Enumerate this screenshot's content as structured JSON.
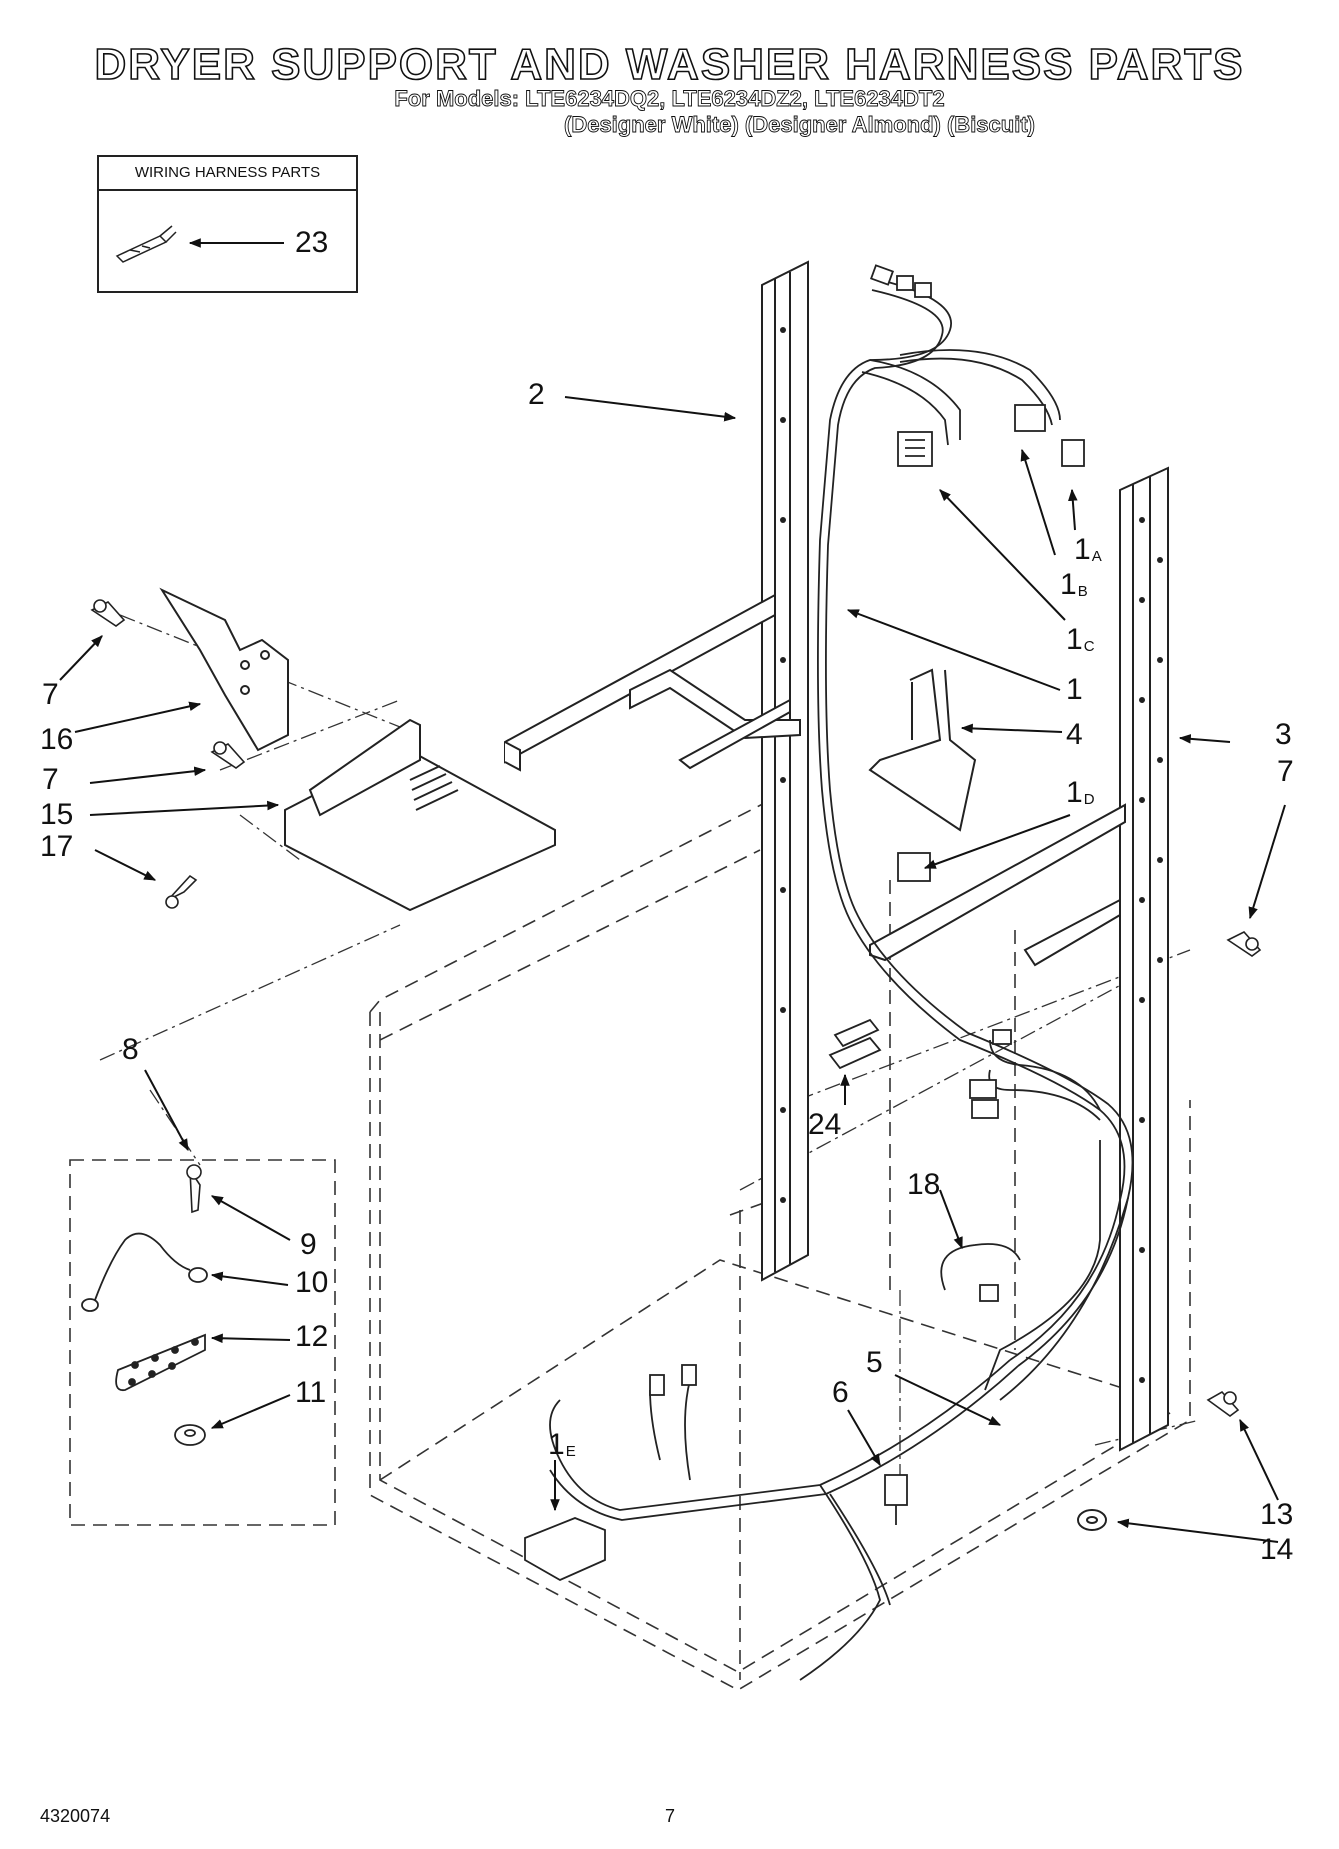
{
  "title": "DRYER SUPPORT AND WASHER HARNESS PARTS",
  "subtitle_models": "For Models: LTE6234DQ2, LTE6234DZ2, LTE6234DT2",
  "subtitle_colors": "(Designer White) (Designer Almond) (Biscuit)",
  "inset": {
    "header": "WIRING HARNESS PARTS",
    "callout": "23"
  },
  "callouts": {
    "c2": "2",
    "c1a": "1",
    "c1a_sub": "A",
    "c1b": "1",
    "c1b_sub": "B",
    "c1c": "1",
    "c1c_sub": "C",
    "c1": "1",
    "c4": "4",
    "c3": "3",
    "c7_right": "7",
    "c1d": "1",
    "c1d_sub": "D",
    "c7_top": "7",
    "c16": "16",
    "c7_mid": "7",
    "c15": "15",
    "c17": "17",
    "c8": "8",
    "c9": "9",
    "c10": "10",
    "c12": "12",
    "c11": "11",
    "c24": "24",
    "c18": "18",
    "c5": "5",
    "c6": "6",
    "c1e": "1",
    "c1e_sub": "E",
    "c13": "13",
    "c14": "14"
  },
  "footer": {
    "doc_number": "4320074",
    "page_number": "7"
  }
}
